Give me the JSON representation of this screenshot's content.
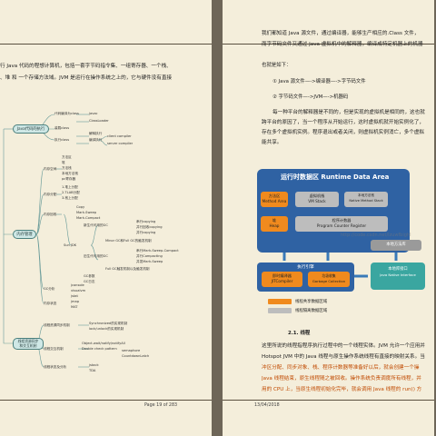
{
  "left_page": {
    "intro_lines": [
      "行 Java 代码的程想计算机，包括一套字节码指令集、一组寄存器、一个栈、",
      "、堆 和 一个存储方法域。JVM 是运行在操作系统之上的，它与硬件没有直接"
    ],
    "footer_page": "Page 19 of 283",
    "mindmap": {
      "root1": "Java代码的执行",
      "root1_items": [
        "代码编译为class",
        "装载class",
        "执行class"
      ],
      "root1_details": [
        "javac",
        "ClassLoader",
        "解释执行",
        "编译执行"
      ],
      "root1_compilers": [
        "client compiler",
        "server compiler"
      ],
      "root2": "内存管理",
      "root2_items": [
        "内存空间",
        "内存分配",
        "内存回收",
        "GC分析",
        "内存状态"
      ],
      "space_items": [
        "方法区",
        "堆",
        "方法栈",
        "本地方法栈",
        "pc寄存器"
      ],
      "alloc_items": [
        "1.堆上分配",
        "2.TLAB分配",
        "3.栈上分配"
      ],
      "gc_items": [
        "Copy",
        "Mark-Sweep",
        "Mark-Compact"
      ],
      "gen_young": "新生代可用的GC",
      "gen_young_items": [
        "串行copying",
        "并行回收copying",
        "并行copying"
      ],
      "minor_gc": "Minor GC和Full GC的触发机制",
      "gen_old": "旧生代可用的GC",
      "gen_old_items": [
        "串行Mark-Sweep-Compact",
        "并行Compacting",
        "并发Mark-Sweep"
      ],
      "full_gc": "Full GC触发机制以及触发机制",
      "sun_jdk": "Sun JDK",
      "collector_labels": [
        "可用的GC"
      ],
      "status_items": [
        "jconsole",
        "visualvm",
        "jstat",
        "jmap",
        "MAT"
      ],
      "gc_choice": [
        "GC参数",
        "GC日志"
      ],
      "root3": "线程资源同步\n和交互机制",
      "root3_items": [
        "线程资源同步机制",
        "线程交互机制",
        "线程状态及分析"
      ],
      "sync_items": [
        "Synchronized的实现机制",
        "lock/unlock的实现机制"
      ],
      "interact_items": [
        "Object.wait/notify/notifyAll",
        "Double check pattern"
      ],
      "concurrent_items": [
        "semaphore",
        "CountdownLatch"
      ],
      "thread_items": [
        "jstack",
        "TDA"
      ]
    }
  },
  "right_page": {
    "para1_lines": [
      "我们都知道 Java 源文件，通过编译器，能够生产相应的.Class 文件，",
      "而字节码文件又通过 Java 虚拟机中的解释器，编译成特定机器上的机器"
    ],
    "also_is": "也就是如下：",
    "steps": [
      "① Java 源文件—->编译器—->字节码文件",
      "② 字节码文件—->JVM—->机器码"
    ],
    "para2_lines": [
      "每一种平台的解释器是不同的，但是实现的虚拟机是相同的，这也就",
      "跨平台的原因了，当一个程序从开始运行，这时虚拟机就开始实例化了，",
      "存在多个虚拟机实例。程序退出或者关闭，则虚拟机实例消亡，多个虚拟",
      "能共享。"
    ],
    "diagram": {
      "rda_title": "运行时数据区  Runtime Data Area",
      "method_area": [
        "方法区",
        "Method Area"
      ],
      "vm_stack": [
        "虚拟机栈",
        "VM Stack"
      ],
      "native_stack": [
        "本地方法栈",
        "Native Method Stack"
      ],
      "heap": [
        "堆",
        "Heap"
      ],
      "pc": [
        "程序计数器",
        "Program Counter Register"
      ],
      "engine_title": "执行引擎",
      "jit": [
        "即时编译器",
        "JITCompiler"
      ],
      "gc": [
        "垃圾收集",
        "Garbage Collection"
      ],
      "native_if": [
        "本地库接口",
        "Java Native Interface"
      ],
      "native_lib": "本地方法库",
      "watermark": "http://code.csdn.net/lzuwfbighl",
      "legend": [
        "线程共享数据区域",
        "线程隔离数据区域"
      ],
      "colors": {
        "shared": "#f08a1e",
        "isolated": "#bdbdbd",
        "panel": "#2f62a3",
        "interface": "#3aa6a0"
      }
    },
    "section_title": "2.1. 线程",
    "section_lines": [
      "这里所说的线程指程序执行过程中的一个线程实体。JVM 允许一个应用并",
      "Hotspot JVM 中的 Java 线程与原生操作系统线程有直接的映射关系。当",
      "冲区分配、同步对象、栈、程序计数器等准备好以后，就会创建一个操",
      "Java 线程结束，原生线程随之被回收。操作系统负责调度所有线程，并",
      "用的 CPU 上，当原生线程初始化完毕，就会调用 Java 线程的 run() 方"
    ],
    "footer_date": "13/04/2018"
  }
}
